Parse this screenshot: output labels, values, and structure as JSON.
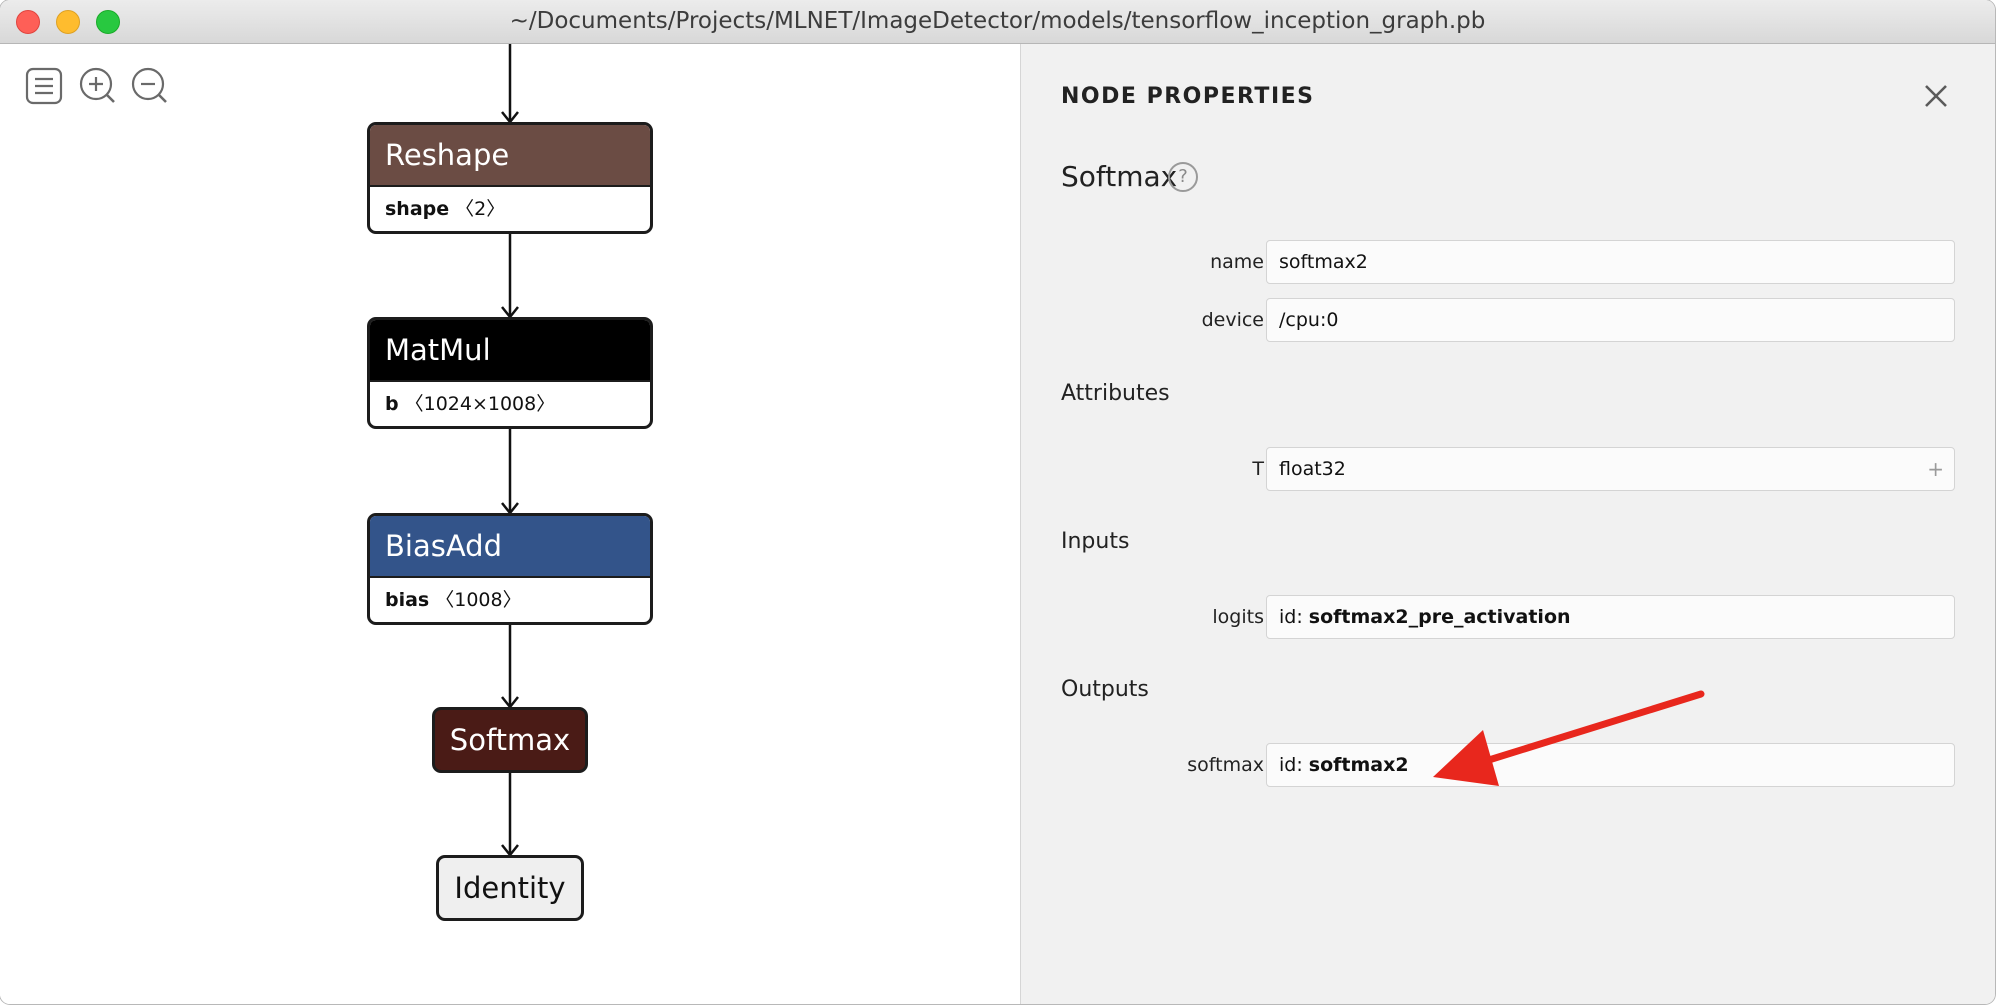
{
  "window": {
    "title": "~/Documents/Projects/MLNET/ImageDetector/models/tensorflow_inception_graph.pb"
  },
  "graph": {
    "nodes": [
      {
        "op": "Reshape",
        "color": "#6b4c44",
        "attr_name": "shape",
        "attr_value": "〈2〉"
      },
      {
        "op": "MatMul",
        "color": "#000000",
        "attr_name": "b",
        "attr_value": "〈1024×1008〉"
      },
      {
        "op": "BiasAdd",
        "color": "#33548a",
        "attr_name": "bias",
        "attr_value": "〈1008〉"
      },
      {
        "op": "Softmax",
        "color": "#4a1b16"
      },
      {
        "op": "Identity",
        "color": "#efefef"
      }
    ],
    "toolbar": [
      "sidebar-menu-icon",
      "zoom-in-icon",
      "zoom-out-icon"
    ]
  },
  "properties": {
    "header": "NODE PROPERTIES",
    "op_name": "Softmax",
    "help_glyph": "?",
    "fields": {
      "name_label": "name",
      "name_value": "softmax2",
      "device_label": "device",
      "device_value": "/cpu:0"
    },
    "attributes": {
      "title": "Attributes",
      "t_label": "T",
      "t_value": "float32",
      "expand_glyph": "+"
    },
    "inputs": {
      "title": "Inputs",
      "logits_label": "logits",
      "logits_prefix": "id:",
      "logits_value": "softmax2_pre_activation"
    },
    "outputs": {
      "title": "Outputs",
      "softmax_label": "softmax",
      "softmax_prefix": "id:",
      "softmax_value": "softmax2"
    },
    "annotation_color": "#e8271d"
  }
}
